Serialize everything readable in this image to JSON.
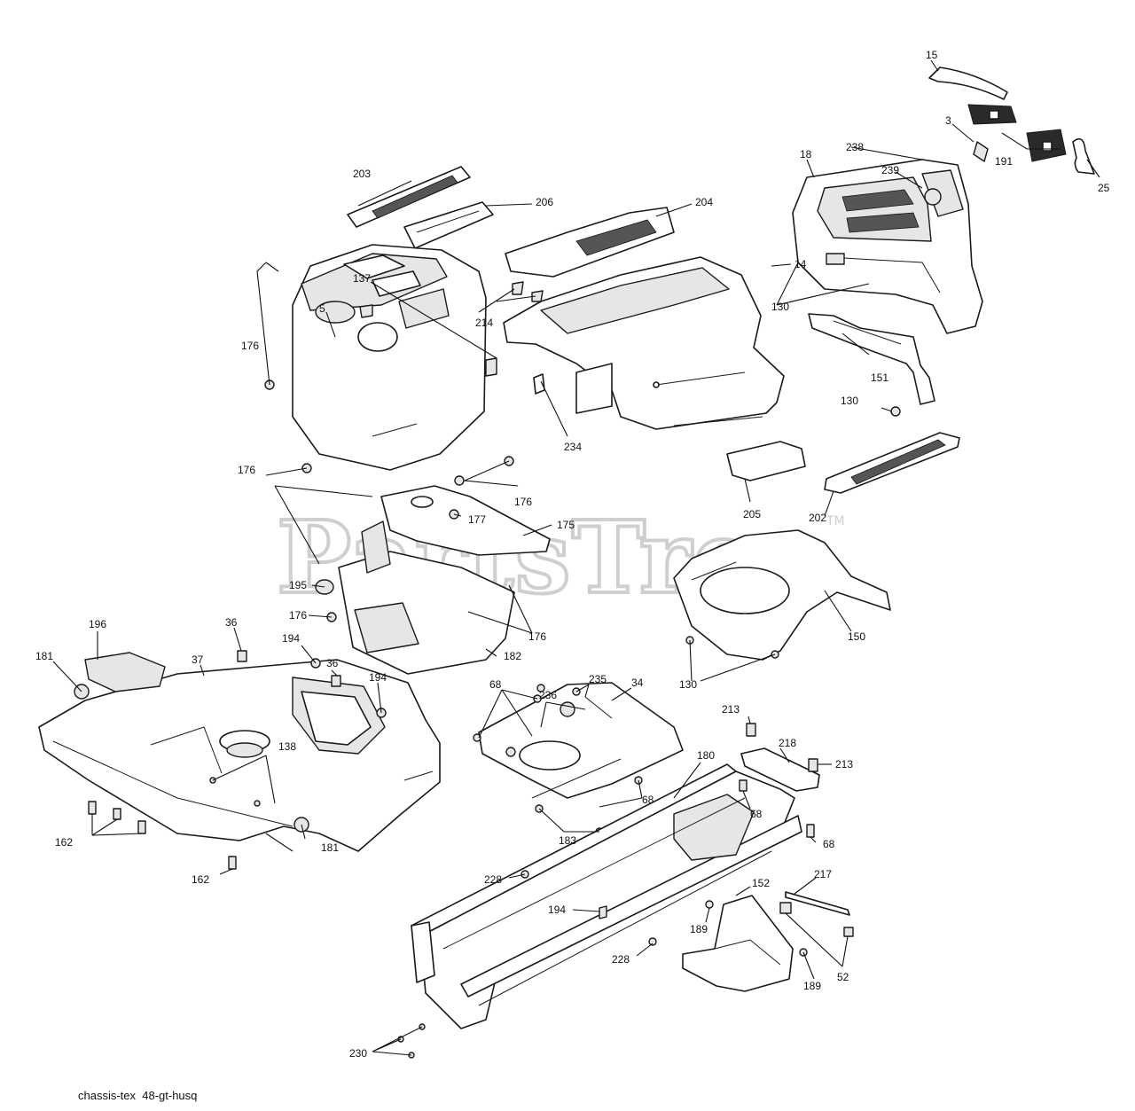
{
  "watermark": {
    "text": "PartsTree",
    "trademark": "TM"
  },
  "footer": {
    "text": "chassis-tex  48-gt-husq"
  },
  "callouts": {
    "c15": "15",
    "c3": "3",
    "c191": "191",
    "c25": "25",
    "c238": "238",
    "c18": "18",
    "c239": "239",
    "c203": "203",
    "c206": "206",
    "c204": "204",
    "c137": "137",
    "c5": "5",
    "c214": "214",
    "c130a": "130",
    "c14": "14",
    "c151": "151",
    "c176a": "176",
    "c130b": "130",
    "c234": "234",
    "c176b": "176",
    "c176c": "176",
    "c177": "177",
    "c175": "175",
    "c205": "205",
    "c202": "202",
    "c195": "195",
    "c176d": "176",
    "c176e": "176",
    "c150": "150",
    "c196": "196",
    "c36a": "36",
    "c194a": "194",
    "c36b": "36",
    "c181a": "181",
    "c37": "37",
    "c182": "182",
    "c130c": "130",
    "c194b": "194",
    "c68a": "68",
    "c235": "235",
    "c34": "34",
    "c236": "236",
    "c213a": "213",
    "c218": "218",
    "c213b": "213",
    "c138": "138",
    "c180": "180",
    "c68b": "68",
    "c68c": "68",
    "c68d": "68",
    "c162a": "162",
    "c181b": "181",
    "c183": "183",
    "c162b": "162",
    "c228a": "228",
    "c152": "152",
    "c217": "217",
    "c194c": "194",
    "c189a": "189",
    "c228b": "228",
    "c189b": "189",
    "c52": "52",
    "c230": "230"
  }
}
